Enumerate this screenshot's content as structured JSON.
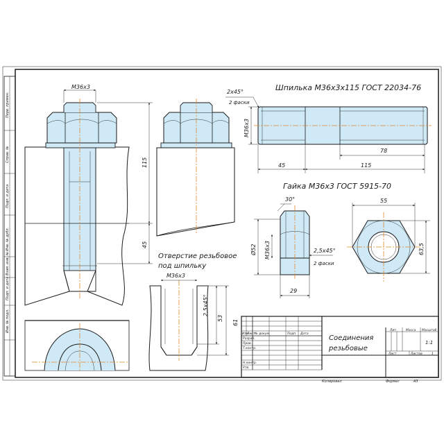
{
  "stud_title": "Шпилька М36х3х115 ГОСТ 22034-76",
  "nut_title": "Гайка М36х3 ГОСТ 5915-70",
  "hole_caption_1": "Отверстие резьбовое",
  "hole_caption_2": "под шпильку",
  "dims": {
    "assy_thread": "М36х3",
    "assy_115": "115",
    "assy_45": "45",
    "hole_thread": "М36х3",
    "hole_chamfer": "2,5х45°",
    "hole_53": "53",
    "hole_61": "61",
    "stud_chamfer": "2х45°",
    "stud_chamfer_note": "2 фаски",
    "stud_thread": "М36х3",
    "stud_78": "78",
    "stud_45": "45",
    "stud_115": "115",
    "nut_angle": "30°",
    "nut_52": "Ø52",
    "nut_thread": "М36х3",
    "nut_chamfer": "2,5х45°",
    "nut_chamfer_note": "2 фаски",
    "nut_29": "29",
    "nut_55": "55",
    "nut_635": "63,5"
  },
  "left_strip": [
    "Перв. примен.",
    "Справ. №",
    "Подп. и дата",
    "Инв. № дубл.",
    "Взам. инв. №",
    "Подп. и дата",
    "Инв. № подл."
  ],
  "title_block": {
    "name_line1": "Соединения",
    "name_line2": "резьбовые",
    "col_izm": "Изм",
    "col_list": "Лист",
    "col_doc": "№ докум.",
    "col_podp": "Подп.",
    "col_date": "Дата",
    "row_razrab": "Разраб.",
    "row_prov": "Пров.",
    "row_tkontr": "Т.контр.",
    "row_nkontr": "Н.контр.",
    "row_utv": "Утв.",
    "lit_header": "Лит.",
    "mass_header": "Масса",
    "scale_header": "Масштаб",
    "scale_value": "1:1",
    "sheet_label": "Лист",
    "sheets_label": "Листов",
    "sheets_value": "1"
  },
  "footer": {
    "copied": "Копировал",
    "format_label": "Формат",
    "format_value": "А3"
  },
  "colors": {
    "part_fill": "#cfeaf6",
    "axis": "#e0862a",
    "line": "#1a1a1a"
  }
}
